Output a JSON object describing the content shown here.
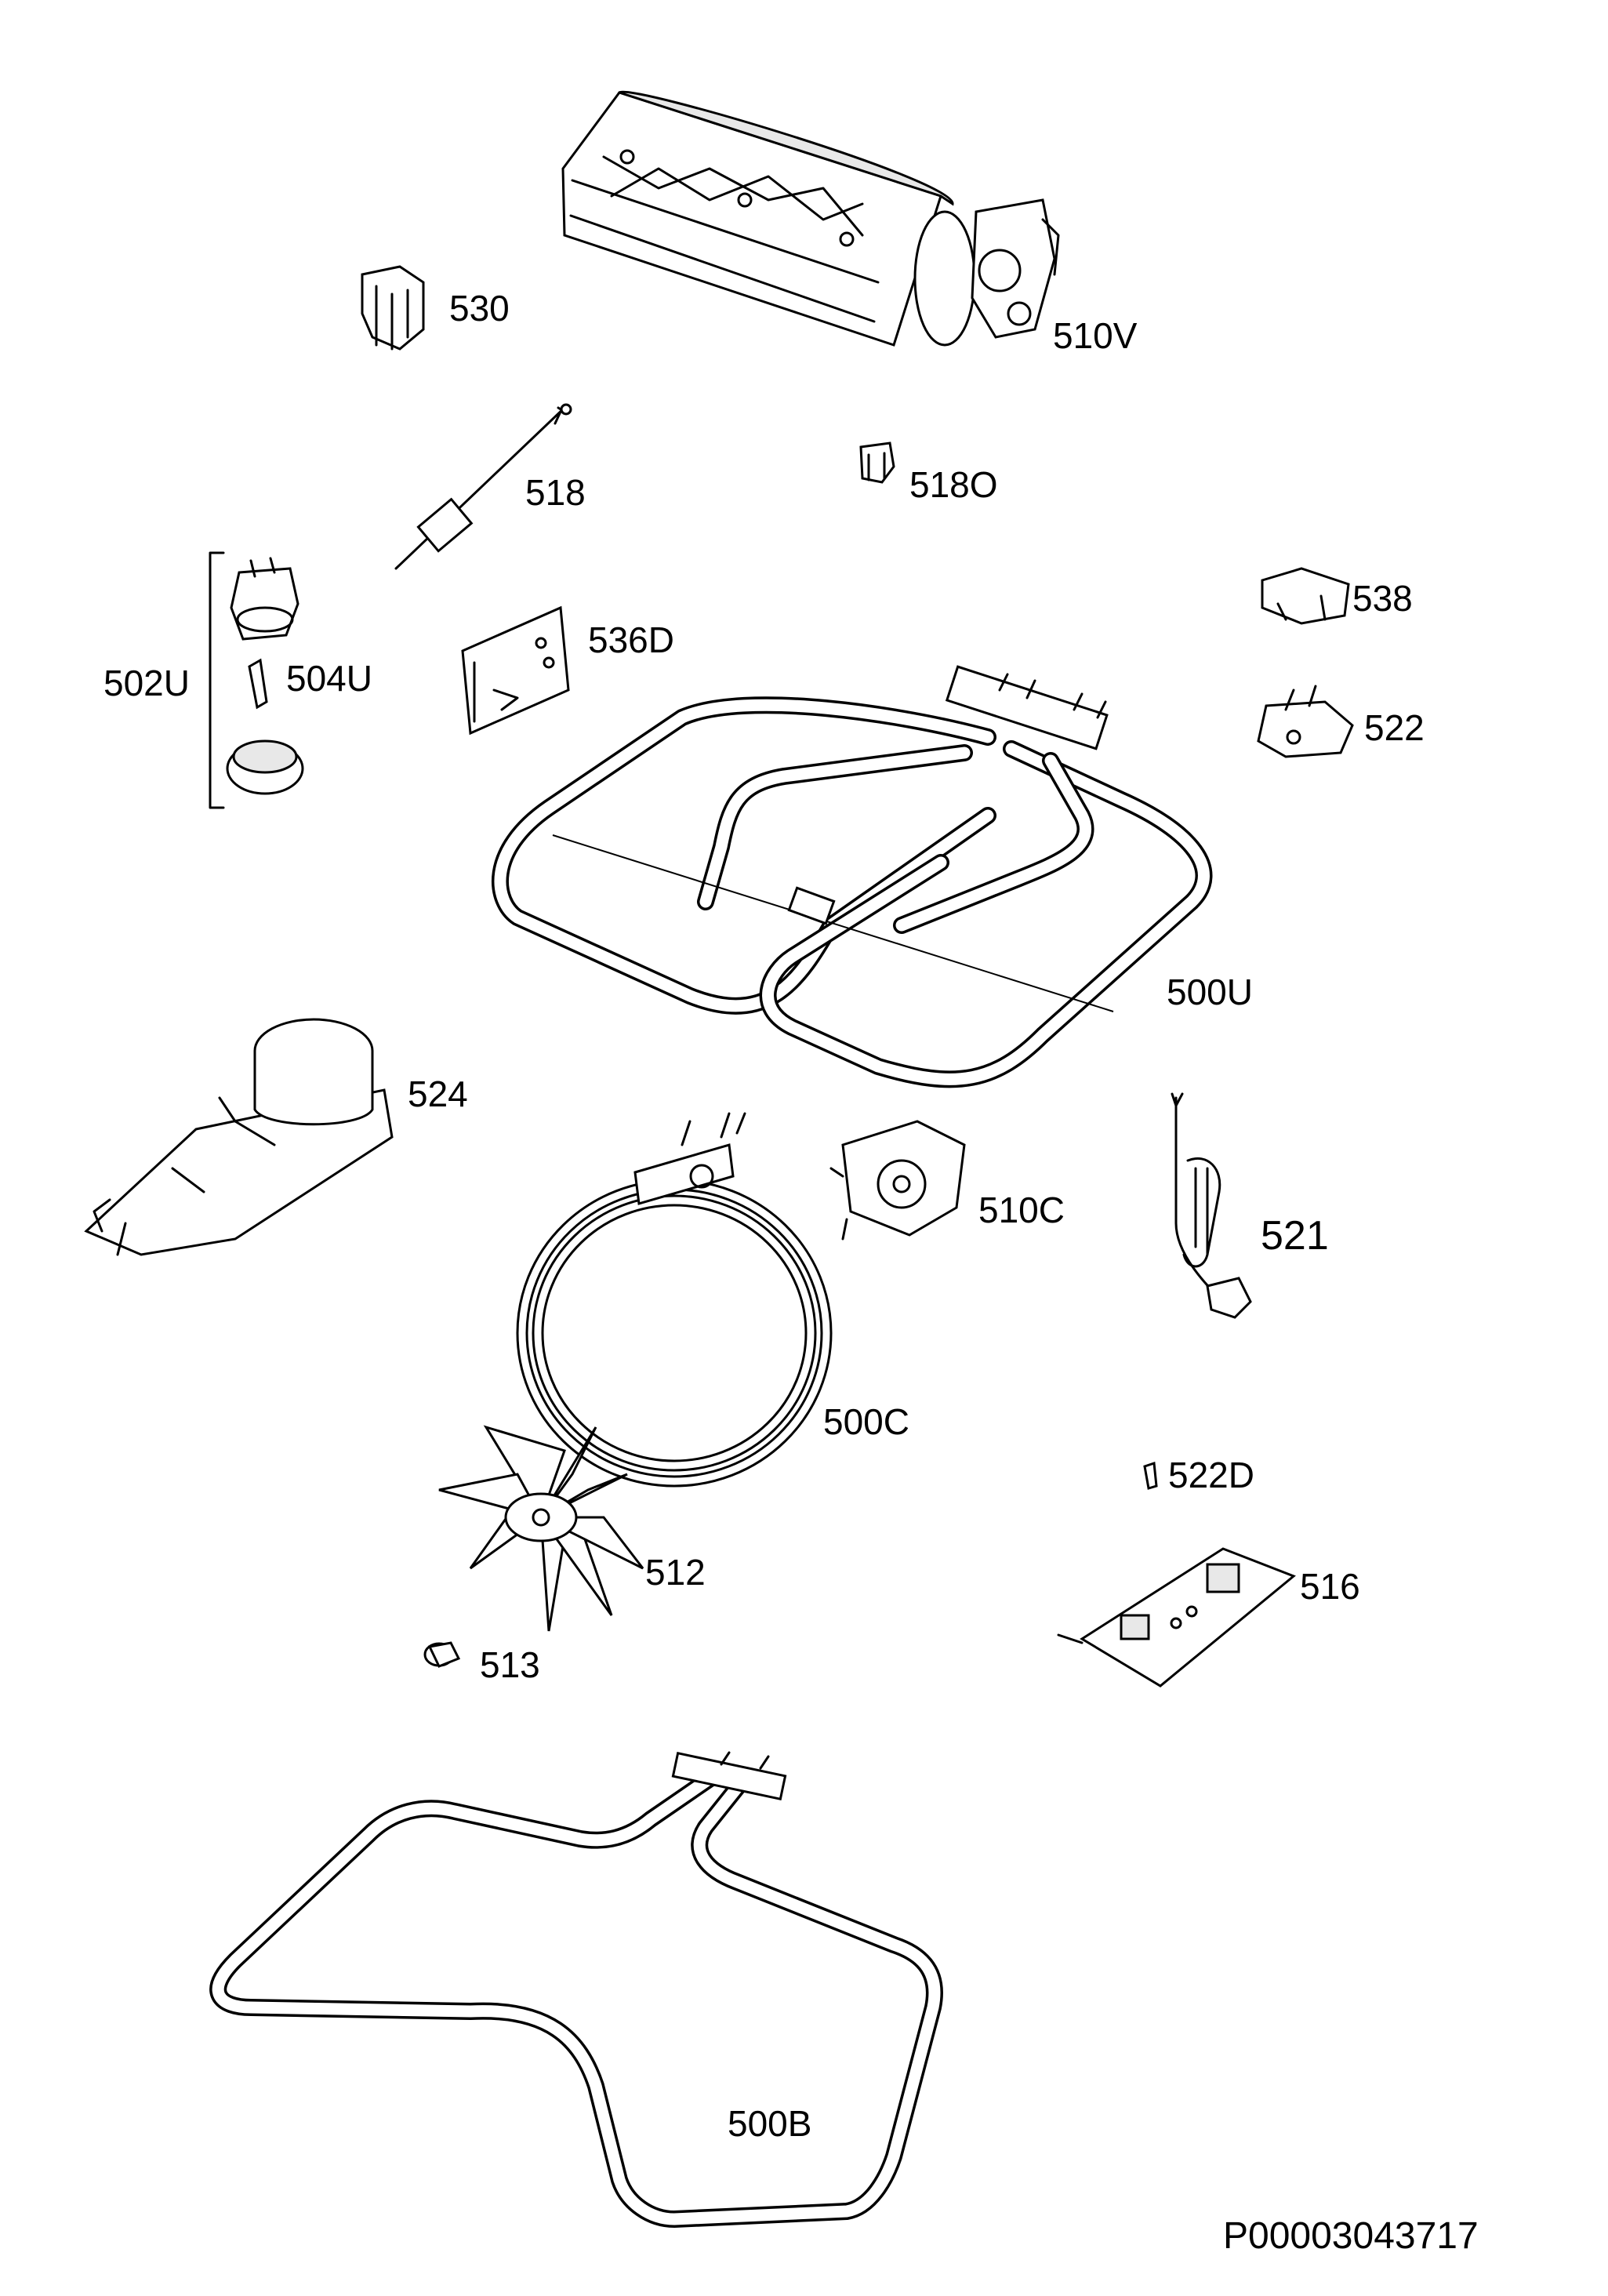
{
  "labels": {
    "l530": "530",
    "l510V": "510V",
    "l518": "518",
    "l518O": "518O",
    "l502U": "502U",
    "l504U": "504U",
    "l536D": "536D",
    "l538": "538",
    "l522": "522",
    "l500U": "500U",
    "l524": "524",
    "l510C": "510C",
    "l521": "521",
    "l500C": "500C",
    "l522D": "522D",
    "l512": "512",
    "l516": "516",
    "l513": "513",
    "l500B": "500B"
  },
  "drawing_code": "P00003043717"
}
